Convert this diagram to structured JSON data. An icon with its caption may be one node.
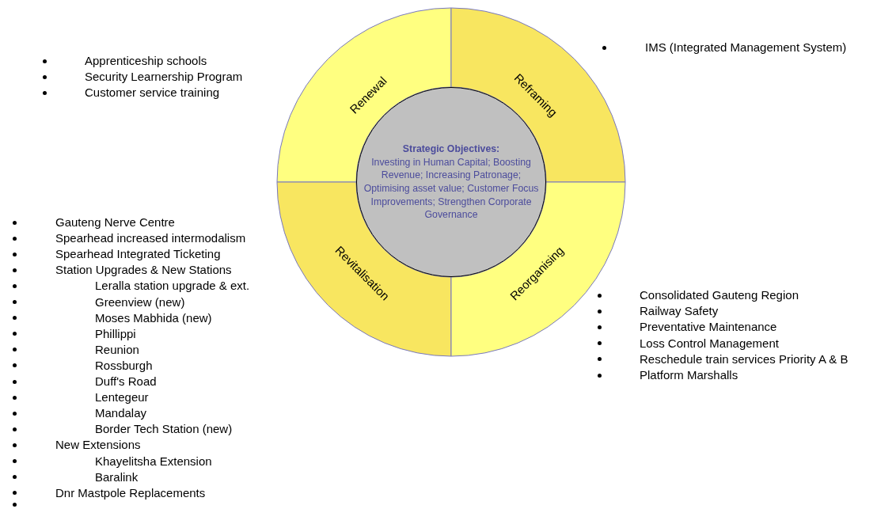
{
  "diagram": {
    "nodes": [
      {
        "text": [
          "Renewal"
        ]
      },
      {
        "text": [
          "Reframing"
        ]
      },
      {
        "text": [
          "Revitalisation"
        ]
      },
      {
        "text": [
          "Reorganising"
        ]
      },
      {
        "text": [
          "Strategic Objectives:",
          "Investing in Human Capital; Boosting Revenue; Increasing Patronage; Optimising asset value; Customer Focus Improvements; Strengthen Corporate Governance"
        ]
      }
    ],
    "edges": [],
    "labels": [
      "Apprenticeship schools",
      "Security Learnership Program",
      "Customer service training",
      "IMS (Integrated Management System)",
      "Gauteng Nerve Centre",
      "Spearhead increased intermodalism",
      "Spearhead Integrated Ticketing",
      "Station Upgrades & New Stations",
      "Leralla station upgrade & ext.",
      "Greenview (new)",
      "Moses Mabhida (new)",
      "Phillippi",
      "Reunion",
      "Rossburgh",
      "Duff's Road",
      "Lentegeur",
      "Mandalay",
      "Border Tech Station (new)",
      "New Extensions",
      "Khayelitsha Extension",
      "Baralink",
      "Dnr Mastpole Replacements",
      "Consolidated Gauteng Region",
      "Railway Safety",
      "Preventative Maintenance",
      "Loss Control Management",
      "Reschedule train services Priority A & B",
      "Platform Marshalls"
    ]
  }
}
